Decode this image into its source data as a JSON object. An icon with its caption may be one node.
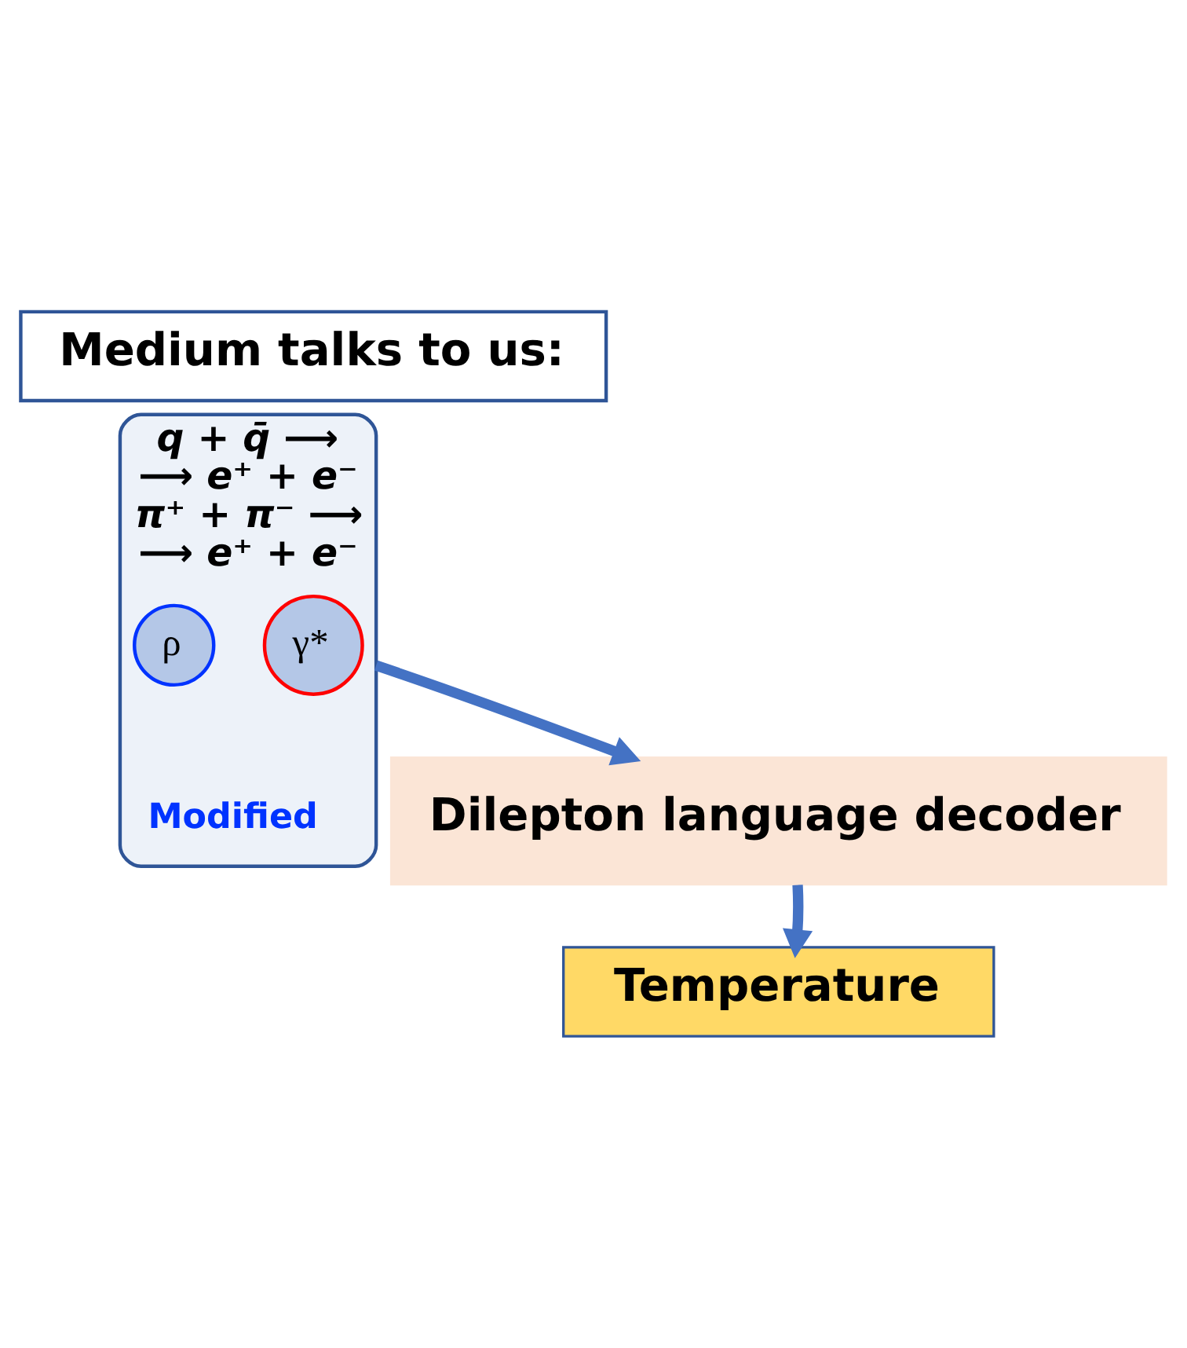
{
  "diagram": {
    "nodes": [
      {
        "text": [
          "Medium talks to us:"
        ]
      },
      {
        "text": [
          "q + q̄ ⟶",
          "⟶ e⁺ + e⁻",
          "π⁺ + π⁻ ⟶",
          "⟶ e⁺ + e⁻"
        ]
      },
      {
        "text": [
          "γ*"
        ],
        "in": 1
      },
      {
        "text": [
          "ρ"
        ],
        "in": 1,
        "beside": [
          "Modified"
        ]
      },
      {
        "text": [
          "Dilepton language decoder"
        ]
      },
      {
        "text": [
          "Temperature"
        ]
      }
    ],
    "edges": [
      {
        "from": 1,
        "to": 4,
        "arrow": "to"
      },
      {
        "from": 4,
        "to": 5,
        "arrow": "to"
      }
    ]
  }
}
